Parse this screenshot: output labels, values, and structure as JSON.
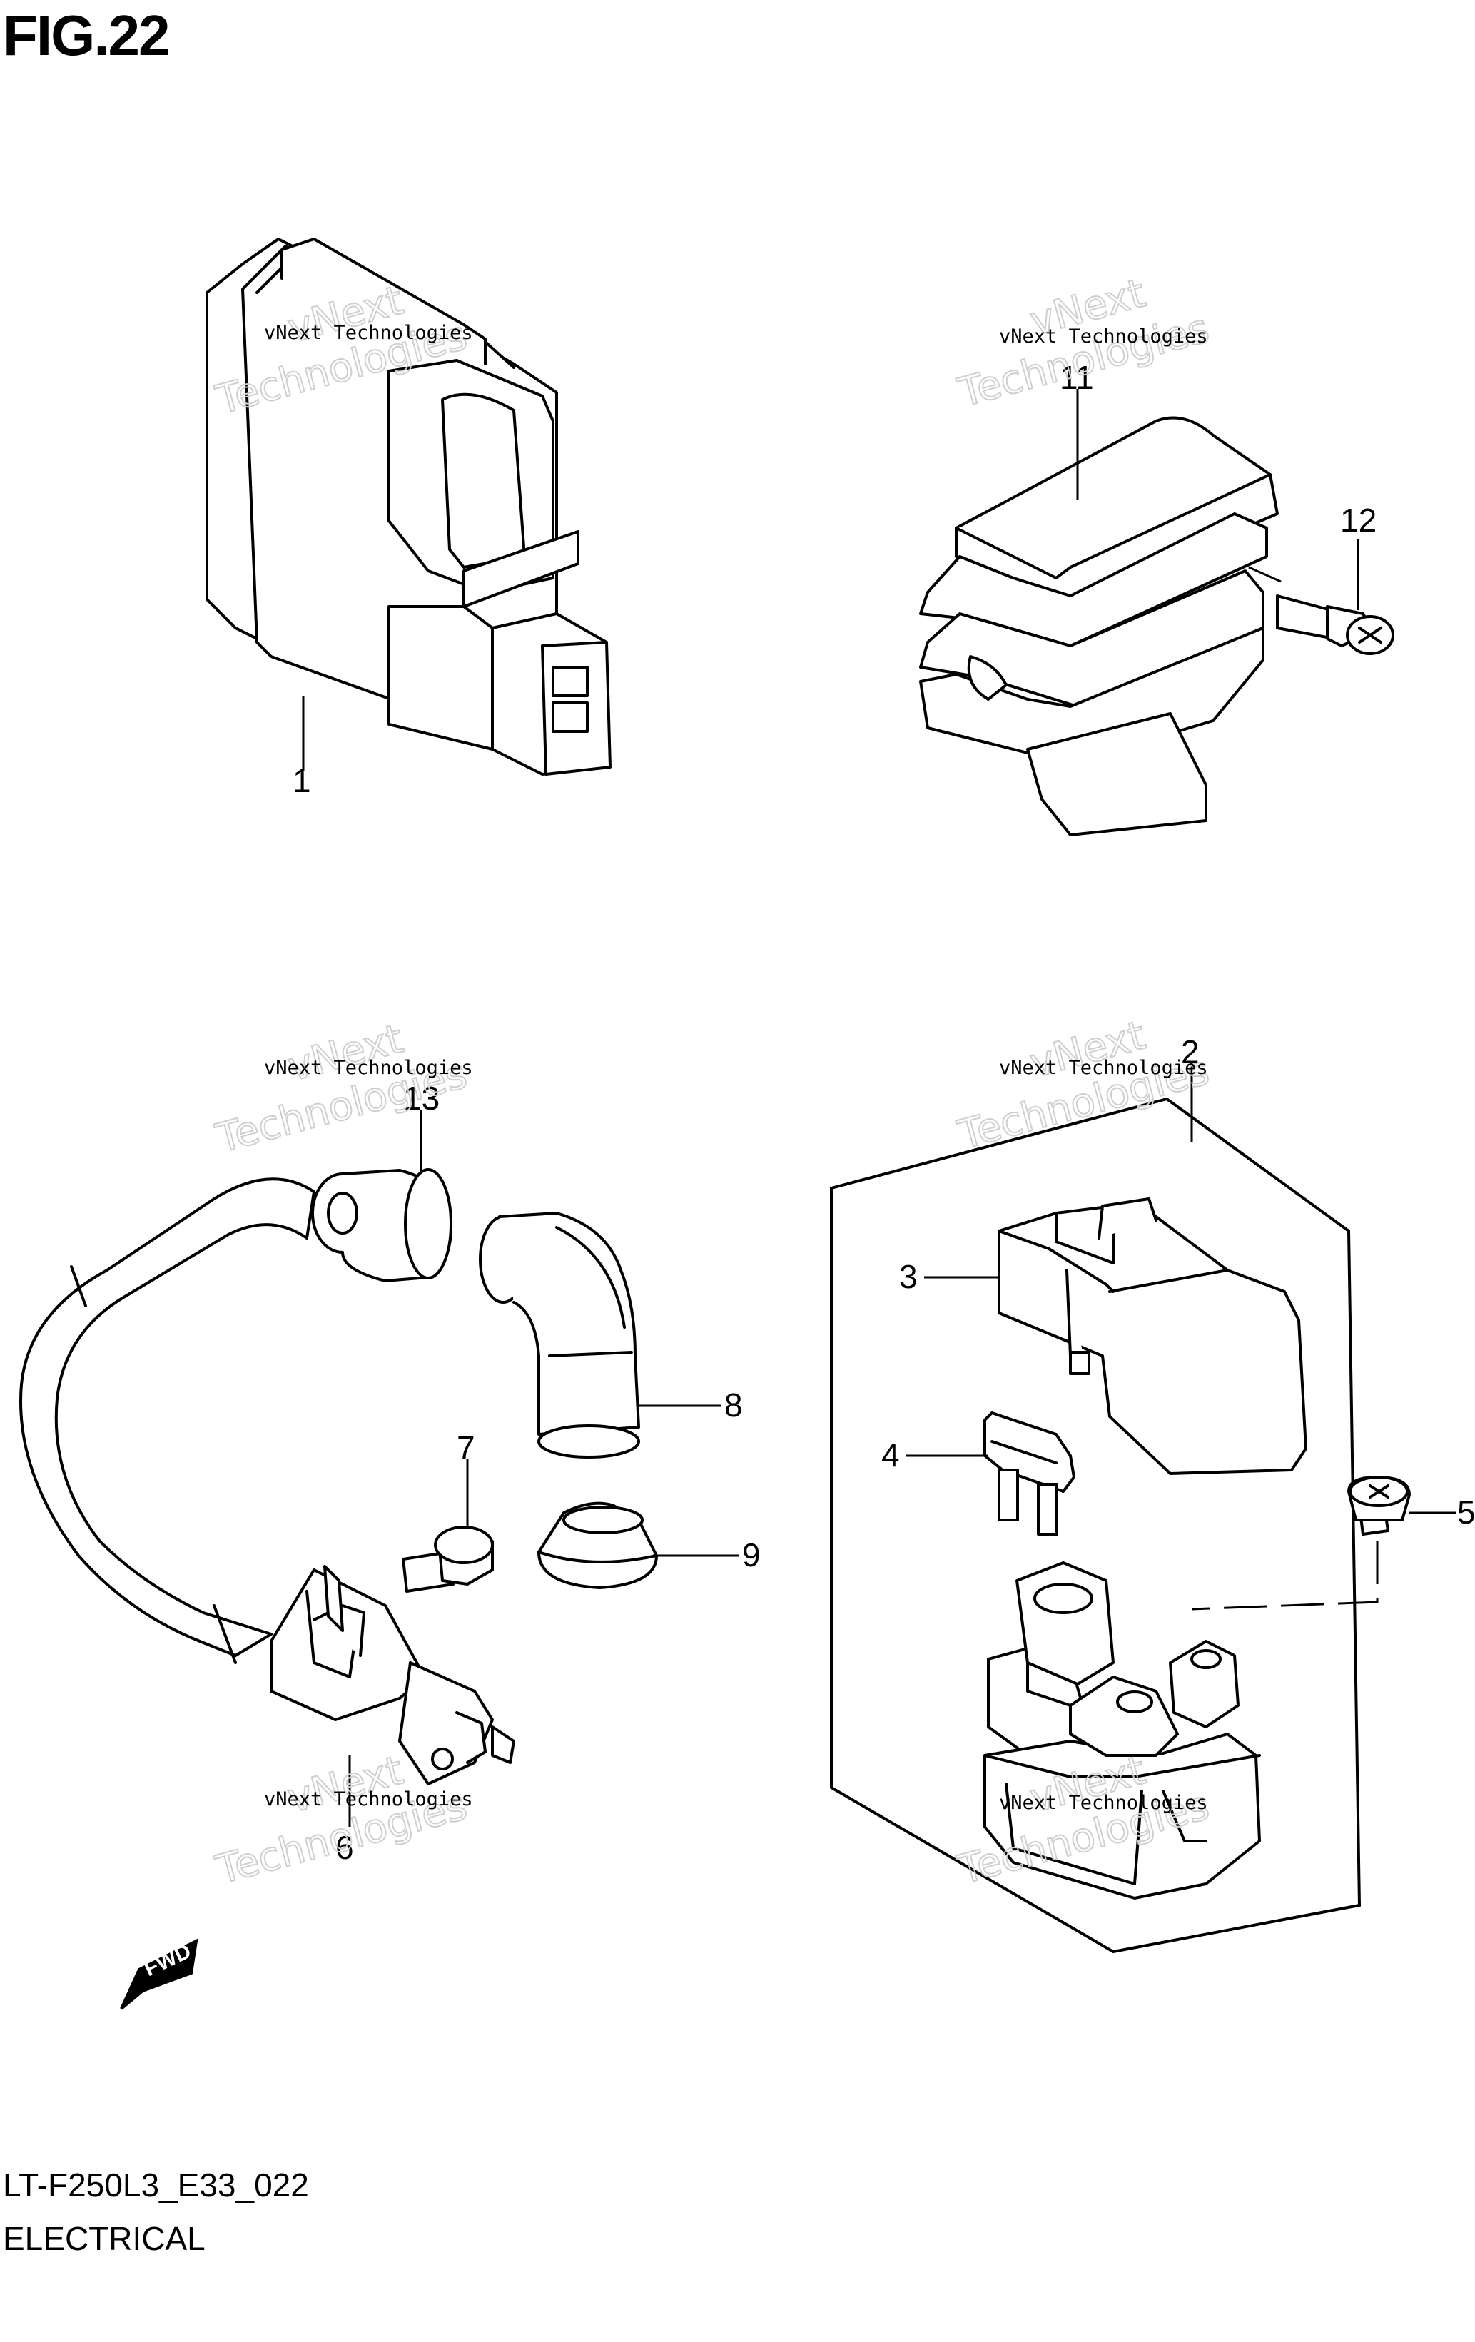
{
  "figure": {
    "title": "FIG.22"
  },
  "footer": {
    "code": "LT-F250L3_E33_022",
    "name": "ELECTRICAL"
  },
  "watermark": {
    "line1": "vNext Technologies",
    "line2": "vNext",
    "line3": "Technologies"
  },
  "fwd_label": "FWD",
  "callouts": {
    "c1": "1",
    "c2": "2",
    "c3": "3",
    "c4": "4",
    "c5": "5",
    "c6": "6",
    "c7": "7",
    "c8": "8",
    "c9": "9",
    "c11": "11",
    "c12": "12",
    "c13": "13"
  }
}
